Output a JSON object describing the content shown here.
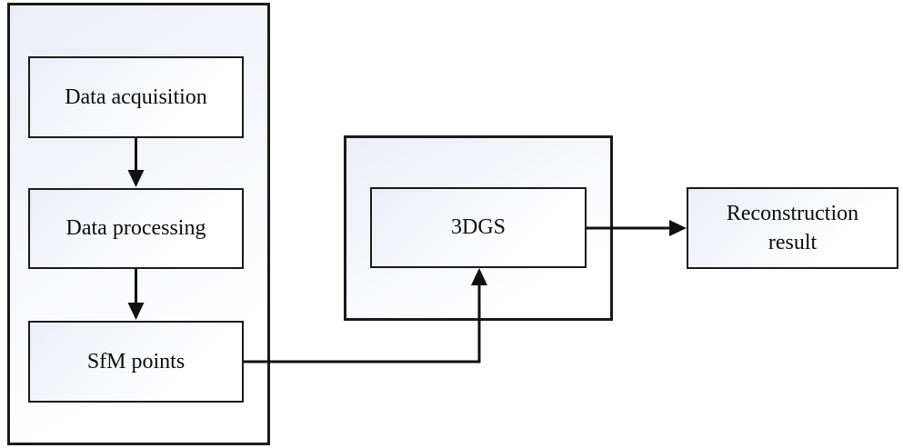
{
  "diagram": {
    "type": "flowchart",
    "groups": [
      {
        "id": "data-pipeline-group",
        "label": ""
      },
      {
        "id": "gaussian-splatting-group",
        "label": ""
      }
    ],
    "nodes": {
      "data_acquisition": {
        "label": "Data acquisition"
      },
      "data_processing": {
        "label": "Data processing"
      },
      "sfm_points": {
        "label": "SfM points"
      },
      "threedgs": {
        "label": "3DGS"
      },
      "reconstruction_result": {
        "label": "Reconstruction result"
      }
    },
    "edges": [
      {
        "from": "data_acquisition",
        "to": "data_processing",
        "style": "straight-arrow-down"
      },
      {
        "from": "data_processing",
        "to": "sfm_points",
        "style": "straight-arrow-down"
      },
      {
        "from": "sfm_points",
        "to": "threedgs",
        "style": "elbow-arrow-right-then-up"
      },
      {
        "from": "threedgs",
        "to": "reconstruction_result",
        "style": "straight-arrow-right"
      }
    ]
  },
  "colors": {
    "border": "#1a1a1a",
    "fill_top": "#eceef6",
    "fill_bottom": "#ffffff",
    "arrow": "#111111",
    "text": "#0d0d0d",
    "bg": "#ffffff"
  }
}
